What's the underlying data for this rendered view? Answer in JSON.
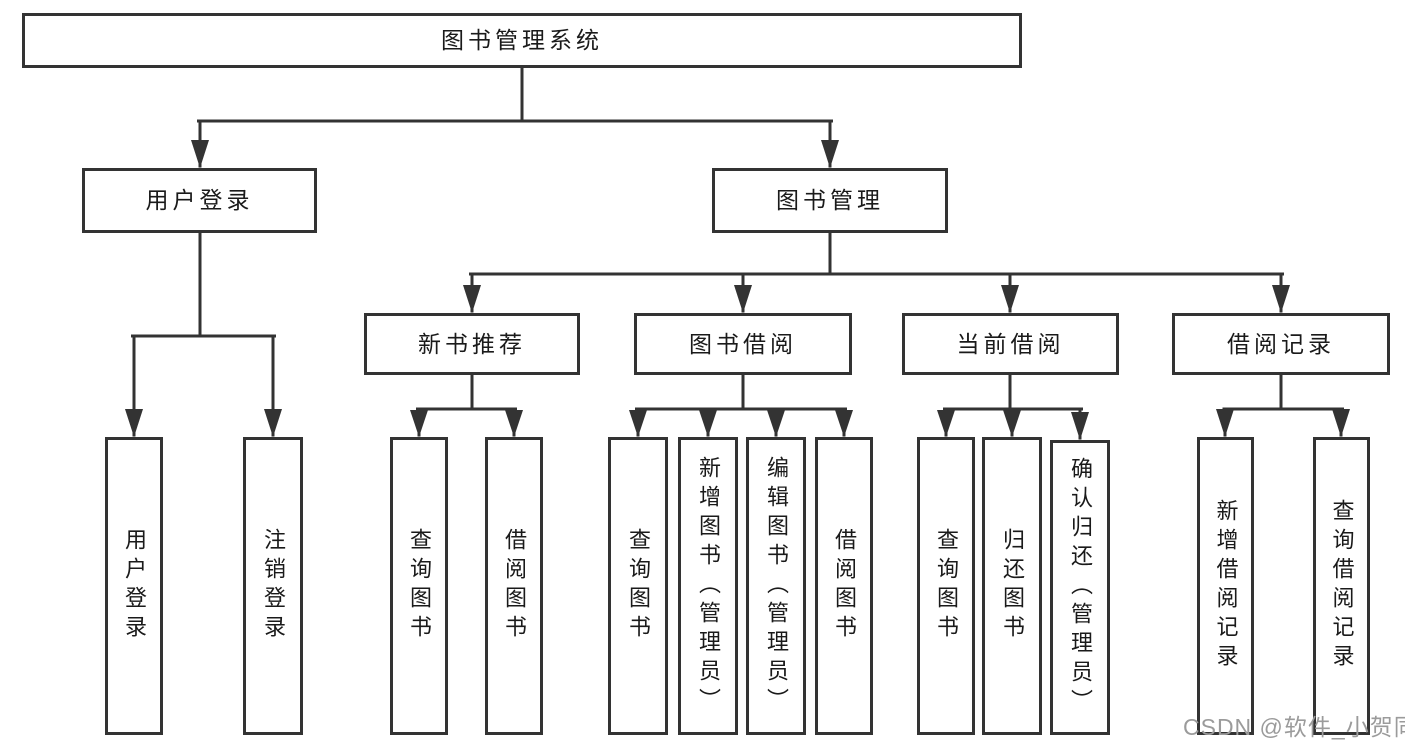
{
  "colors": {
    "line": "#333333",
    "box_border": "#333333",
    "text": "#1a1a1a",
    "watermark": "#9b9b9b",
    "background": "#ffffff"
  },
  "tree": {
    "root": {
      "label": "图书管理系统"
    },
    "branches": [
      {
        "label": "用户登录",
        "children": [
          {
            "label": "用户登录"
          },
          {
            "label": "注销登录"
          }
        ]
      },
      {
        "label": "图书管理",
        "children": [
          {
            "label": "新书推荐",
            "children": [
              {
                "label": "查询图书"
              },
              {
                "label": "借阅图书"
              }
            ]
          },
          {
            "label": "图书借阅",
            "children": [
              {
                "label": "查询图书"
              },
              {
                "label": "新增图书（管理员）"
              },
              {
                "label": "编辑图书（管理员）"
              },
              {
                "label": "借阅图书"
              }
            ]
          },
          {
            "label": "当前借阅",
            "children": [
              {
                "label": "查询图书"
              },
              {
                "label": "归还图书"
              },
              {
                "label": "确认归还（管理员）"
              }
            ]
          },
          {
            "label": "借阅记录",
            "children": [
              {
                "label": "新增借阅记录"
              },
              {
                "label": "查询借阅记录"
              }
            ]
          }
        ]
      }
    ]
  },
  "watermark": {
    "text": "CSDN @软件_小贺同学"
  }
}
